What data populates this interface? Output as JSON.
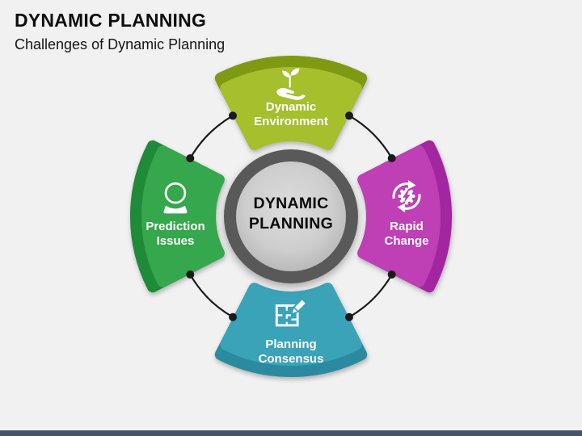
{
  "slide": {
    "title": "DYNAMIC PLANNING",
    "subtitle": "Challenges of Dynamic Planning",
    "center": {
      "label": "DYNAMIC\nPLANNING"
    },
    "segments": [
      {
        "position": "top",
        "label": "Dynamic\nEnvironment",
        "icon": "sprout-in-hand-icon",
        "color": "#a5bf2d",
        "rim_color": "#7e9a12"
      },
      {
        "position": "right",
        "label": "Rapid\nChange",
        "icon": "gear-cycle-icon",
        "color": "#bf3fb5",
        "rim_color": "#a226a0"
      },
      {
        "position": "bottom",
        "label": "Planning\nConsensus",
        "icon": "floor-plan-pencil-icon",
        "color": "#3aa3b8",
        "rim_color": "#2b8a9f"
      },
      {
        "position": "left",
        "label": "Prediction\nIssues",
        "icon": "crystal-ball-icon",
        "color": "#35a74c",
        "rim_color": "#1f8b38"
      }
    ],
    "colors": {
      "background": "#f1f1f2",
      "footer_bar": "#44546a",
      "center_ring": "#595959",
      "center_fill_light": "#dadada",
      "center_fill_dark": "#b5b5b5",
      "connector": "#1a1a1a",
      "title_text": "#0d0d0d",
      "label_text": "#ffffff"
    }
  }
}
